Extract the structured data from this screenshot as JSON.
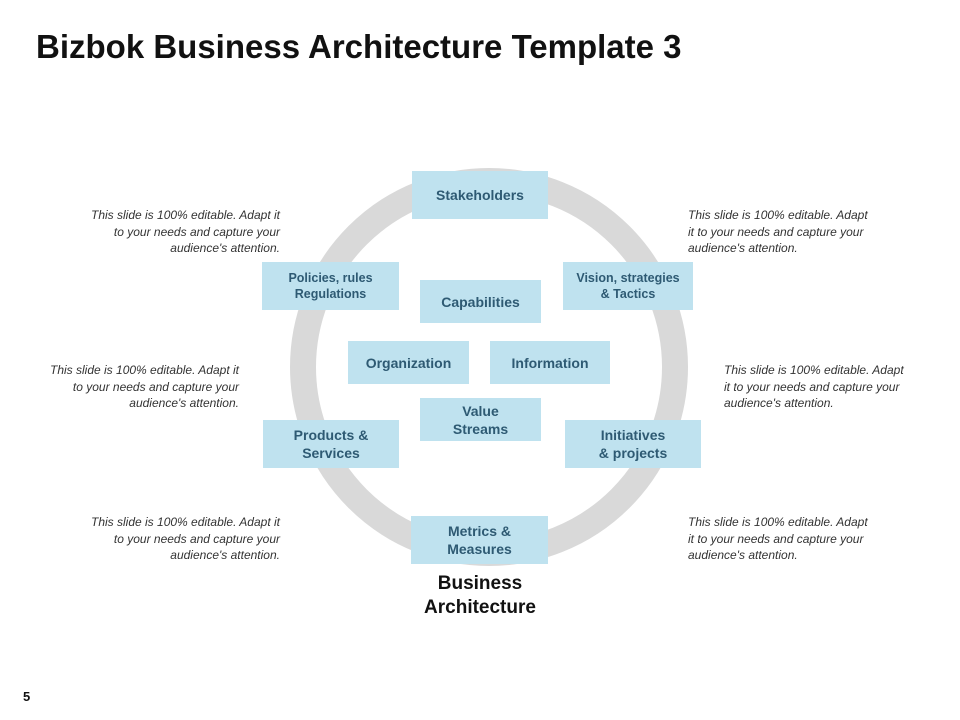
{
  "slide": {
    "title": "Bizbok Business Architecture Template 3",
    "page_number": "5",
    "center_label": "Business\nArchitecture"
  },
  "ring_items": {
    "stakeholders": "Stakeholders",
    "policies": "Policies, rules\nRegulations",
    "vision": "Vision, strategies\n& Tactics",
    "products": "Products &\nServices",
    "initiatives": "Initiatives\n& projects",
    "metrics": "Metrics &\nMeasures"
  },
  "core_items": {
    "capabilities": "Capabilities",
    "organization": "Organization",
    "information": "Information",
    "value_streams": "Value\nStreams"
  },
  "notes": {
    "top_left": "This slide is 100% editable. Adapt it\nto your needs and capture your\naudience's attention.",
    "top_right": "This slide is 100% editable. Adapt\nit to your needs and capture your\naudience's attention.",
    "mid_left": "This slide is 100% editable. Adapt it\nto your needs and capture your\naudience's attention.",
    "mid_right": "This slide is 100% editable. Adapt\nit to your needs and capture your\naudience's attention.",
    "bottom_left": "This slide is 100% editable. Adapt it\nto your needs and capture your\naudience's attention.",
    "bottom_right": "This slide is 100% editable. Adapt\nit to your needs and capture your\naudience's attention."
  },
  "colors": {
    "box_fill": "#bfe2ef",
    "box_text": "#2e5a73",
    "ring": "#d9d9d9"
  }
}
